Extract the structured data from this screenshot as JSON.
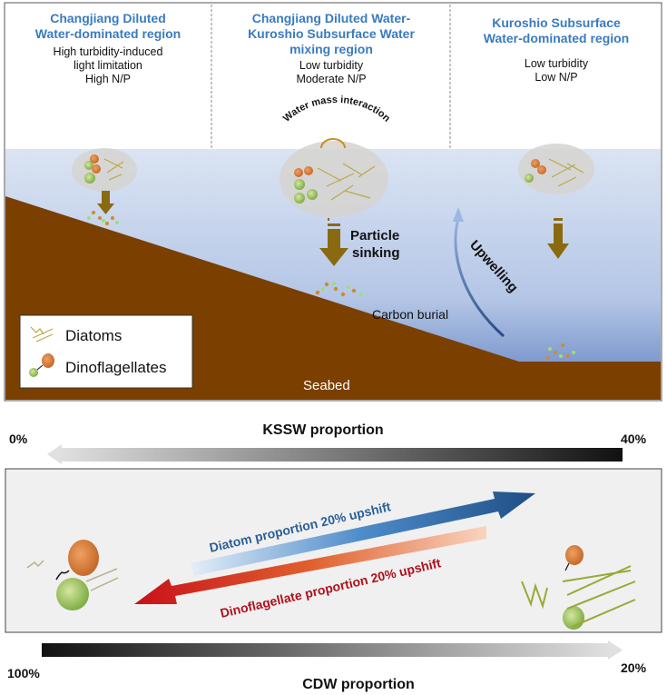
{
  "regions": [
    {
      "title": "Changjiang Diluted Water-dominated region",
      "title_lines": [
        "Changjiang Diluted",
        "Water-dominated region"
      ],
      "conditions": [
        "High turbidity-induced",
        "light limitation",
        "High N/P"
      ]
    },
    {
      "title": "Changjiang Diluted Water-Kuroshio Subsurface Water mixing region",
      "title_lines": [
        "Changjiang Diluted Water-",
        "Kuroshio Subsurface Water",
        "mixing region"
      ],
      "conditions": [
        "Low turbidity",
        "Moderate N/P"
      ]
    },
    {
      "title": "Kuroshio Subsurface Water-dominated region",
      "title_lines": [
        "Kuroshio Subsurface",
        "Water-dominated region"
      ],
      "conditions": [
        "Low turbidity",
        "Low N/P"
      ]
    }
  ],
  "process_labels": {
    "water_mass_interaction": "Water mass interaction",
    "particle_sinking": [
      "Particle",
      "sinking"
    ],
    "upwelling": "Upwelling",
    "carbon_burial": "Carbon burial",
    "seabed": "Seabed"
  },
  "legend": {
    "items": [
      {
        "label": "Diatoms",
        "icon": "diatom-icon"
      },
      {
        "label": "Dinoflagellates",
        "icon": "dinoflagellate-icon"
      }
    ]
  },
  "kssw_scale": {
    "title": "KSSW proportion",
    "left": "0%",
    "right": "40%"
  },
  "cdw_scale": {
    "title": "CDW proportion",
    "left": "100%",
    "right": "20%"
  },
  "shifts": {
    "diatom": "Diatom proportion 20% upshift",
    "dinoflagellate": "Dinoflagellate proportion 20% upshift"
  },
  "colors": {
    "title_blue": "#3a7bbf",
    "seabed_brown": "#7b3f00",
    "sink_arrow": "#8a6a10",
    "diatom_arrow": "#1f5a93",
    "dino_arrow": "#c8101a"
  }
}
